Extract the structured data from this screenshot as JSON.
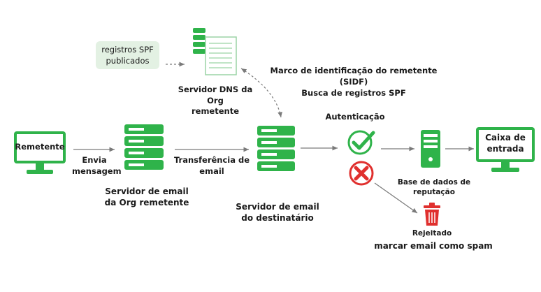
{
  "sender": {
    "label": "Remetente"
  },
  "send_label": "Envia\nmensagem",
  "spf_note": "registros SPF\npublicados",
  "dns_server": {
    "label": "Servidor DNS da Org\nremetente"
  },
  "sidf": {
    "title": "Marco de identificação do remetente\n(SIDF)",
    "subtitle": "Busca de registros SPF"
  },
  "sender_mail_server": {
    "label": "Servidor de email\nda Org remetente"
  },
  "transfer_label": "Transferência de\nemail",
  "recipient_mail_server": {
    "label": "Servidor de email\ndo destinatário"
  },
  "auth_label": "Autenticação",
  "reputation_db": {
    "label": "Base de dados de\nreputação"
  },
  "inbox": {
    "label": "Caixa de\nentrada"
  },
  "rejected": {
    "label": "Rejeitado",
    "action": "marcar email como spam"
  },
  "colors": {
    "green": "#2fb34a",
    "red": "#e0302e",
    "note_bg": "#e3f1e3"
  },
  "icons": [
    "monitor-icon",
    "server-icon",
    "dns-server-icon",
    "checkmark-icon",
    "cross-icon",
    "database-tower-icon",
    "trash-icon"
  ]
}
